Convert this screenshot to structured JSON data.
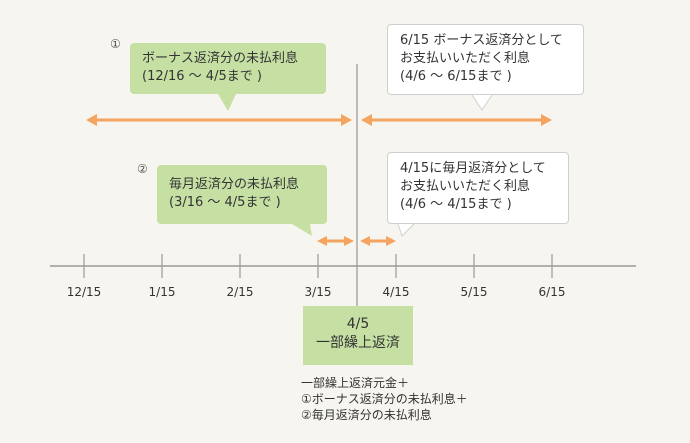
{
  "colors": {
    "background": "#f6f5ef",
    "green_box": "#c6e0a4",
    "arrow": "#f4a460",
    "axis": "#999999"
  },
  "timeline": {
    "ticks": [
      "12/15",
      "1/15",
      "2/15",
      "3/15",
      "4/15",
      "5/15",
      "6/15"
    ],
    "split_label": "4/5"
  },
  "markers": {
    "one": "①",
    "two": "②"
  },
  "callouts": {
    "bonus_unpaid": "ボーナス返済分の未払利息\n(12/16 〜 4/5まで )",
    "bonus_due": "6/15 ボーナス返済分として\nお支払いいただく利息\n(4/6 〜 6/15まで )",
    "monthly_unpaid": "毎月返済分の未払利息\n(3/16 〜 4/5まで )",
    "monthly_due": "4/15に毎月返済分として\nお支払いいただく利息\n(4/6 〜 4/15まで )"
  },
  "payback_box": "4/5\n一部繰上返済",
  "notes": "一部繰上返済元金＋\n①ボーナス返済分の未払利息＋\n②毎月返済分の未払利息"
}
